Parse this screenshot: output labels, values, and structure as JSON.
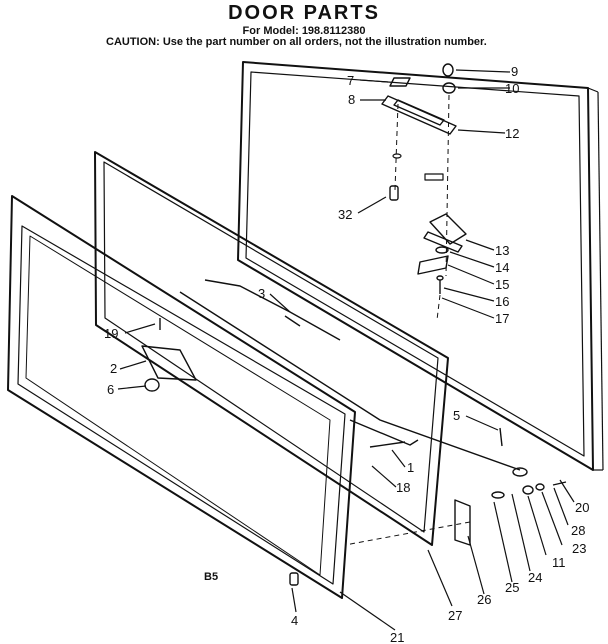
{
  "header": {
    "title": "DOOR PARTS",
    "model": "For Model: 198.8112380",
    "caution": "CAUTION: Use the part number on all orders, not the illustration number."
  },
  "sheet_code": "B5",
  "callouts": [
    "1",
    "2",
    "3",
    "4",
    "5",
    "6",
    "7",
    "8",
    "9",
    "10",
    "11",
    "12",
    "13",
    "14",
    "15",
    "16",
    "17",
    "18",
    "19",
    "20",
    "21",
    "23",
    "24",
    "25",
    "26",
    "27",
    "28",
    "32"
  ],
  "colors": {
    "ink": "#111111",
    "paper": "#ffffff"
  }
}
